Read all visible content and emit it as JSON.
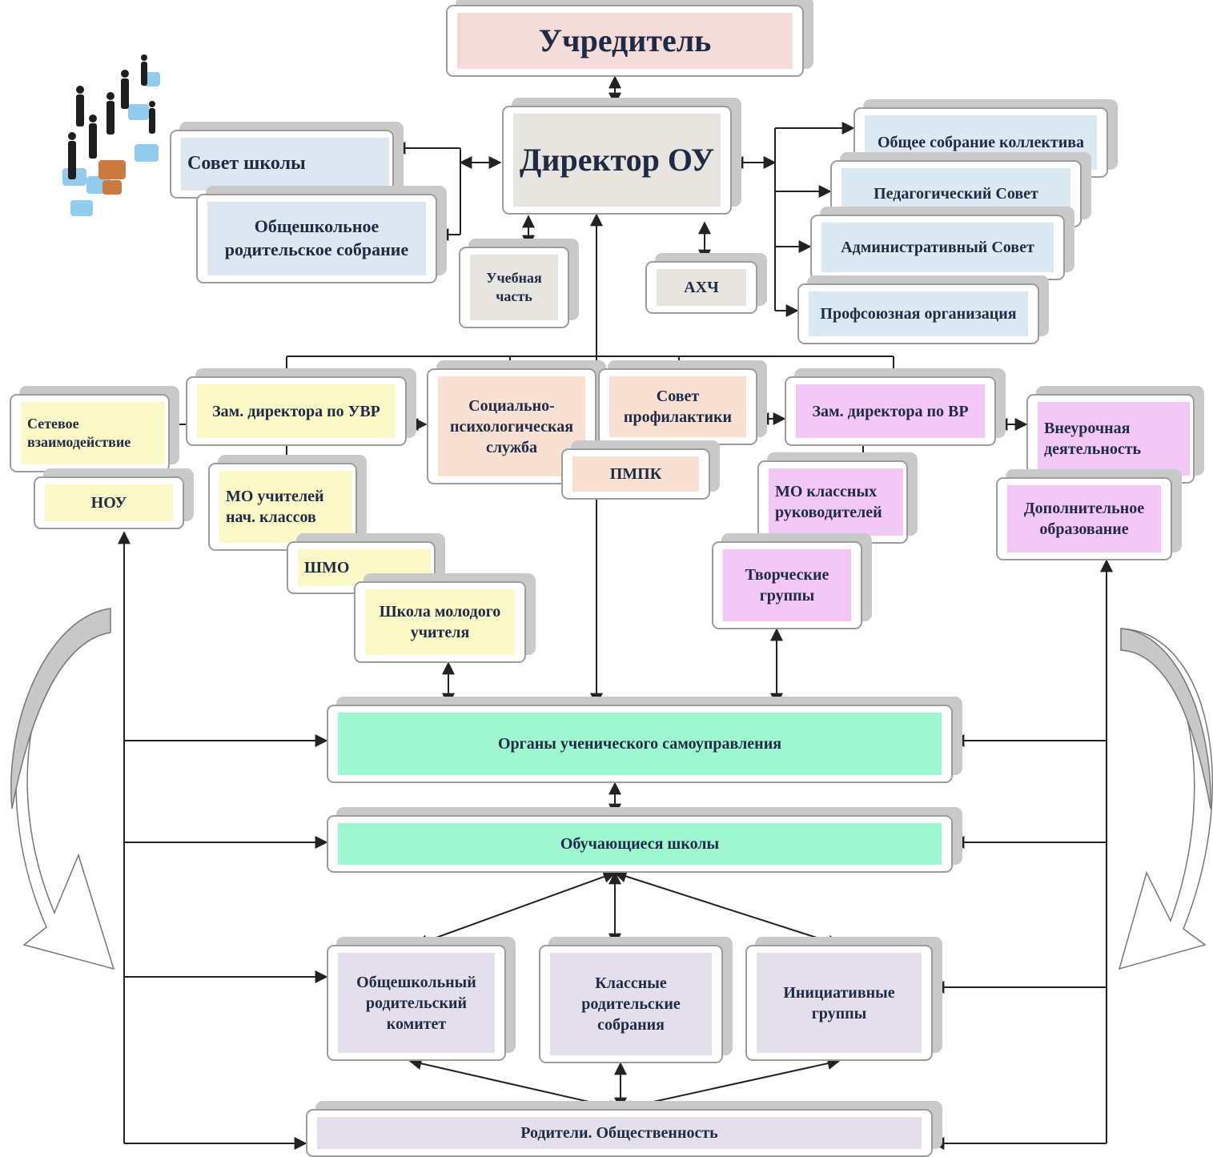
{
  "founder": "Учредитель",
  "director": "Директор ОУ",
  "school_council": "Совет школы",
  "parents_meeting": "Общешкольное\nродительское собрание",
  "academic_part": "Учебная\nчасть",
  "ahch": "АХЧ",
  "right_councils": [
    "Общее собрание коллектива",
    "Педагогический Совет",
    "Административный Совет",
    "Профсоюзная организация"
  ],
  "deputy_uvr": "Зам. директора по УВР",
  "network": "Сетевое\nвзаимодействие",
  "nou": "НОУ",
  "mo_primary": "МО учителей\nнач. классов",
  "shmo": "ШМО",
  "young_teacher": "Школа молодого\nучителя",
  "social_service": "Социально-\nпсихологическая\nслужба",
  "prevention_council": "Совет\nпрофилактики",
  "pmpk": "ПМПК",
  "deputy_vr": "Зам. директора по ВР",
  "mo_class": "МО классных\nруководителей",
  "creative_groups": "Творческие\nгруппы",
  "extracurricular": "Внеурочная\nдеятельность",
  "additional_edu": "Дополнительное\nобразование",
  "self_government": "Органы ученического самоуправления",
  "students": "Обучающиеся школы",
  "parent_committee": "Общешкольный\nродительский\nкомитет",
  "class_meetings": "Классные\nродительские\nсобрания",
  "initiative_groups": "Инициативные\nгруппы",
  "parents_public": "Родители. Общественность",
  "colors": {
    "founder": "#f4dcdb",
    "director": "#e7e5df",
    "council_blue": "#dde7f1",
    "yellow": "#fbf9c7",
    "peach": "#f8e1d3",
    "violet": "#f4c8f6",
    "green": "#9ef7d1",
    "lavender": "#e3e0ec"
  },
  "illustration_icon": "business-people-puzzle-icon"
}
